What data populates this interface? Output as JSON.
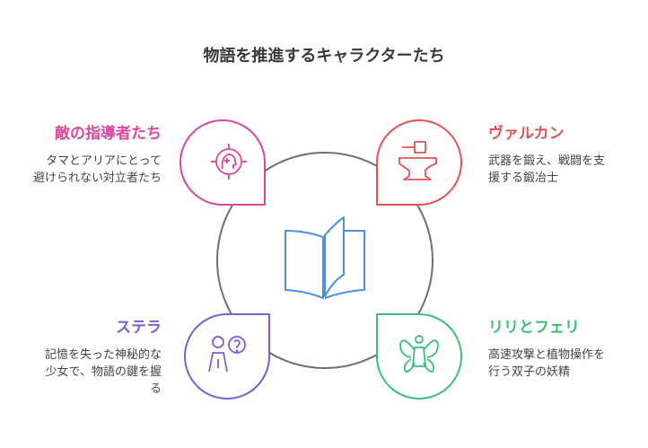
{
  "title": "物語を推進するキャラクターたち",
  "colors": {
    "pink": "#d9489b",
    "red": "#e05454",
    "purple": "#7b5fd8",
    "green": "#3cbf7b",
    "blue": "#4a8fe0",
    "ring": "#6e6e6e"
  },
  "characters": [
    {
      "name": "敵の指導者たち",
      "desc_line1": "タマとアリアにとって",
      "desc_line2": "避けられない対立者たち",
      "icon": "target-head-icon",
      "color": "#d9489b"
    },
    {
      "name": "ヴァルカン",
      "desc_line1": "武器を鍛え、戦闘を支",
      "desc_line2": "援する鍛冶士",
      "icon": "anvil-hammer-icon",
      "color": "#e05454"
    },
    {
      "name": "ステラ",
      "desc_line1": "記憶を失った神秘的な",
      "desc_line2": "少女で、物語の鍵を握",
      "desc_line3": "る",
      "icon": "question-person-icon",
      "color": "#7b5fd8"
    },
    {
      "name": "リリとフェリ",
      "desc_line1": "高速攻撃と植物操作を",
      "desc_line2": "行う双子の妖精",
      "icon": "fairy-icon",
      "color": "#3cbf7b"
    }
  ],
  "center_icon": "open-book-icon"
}
